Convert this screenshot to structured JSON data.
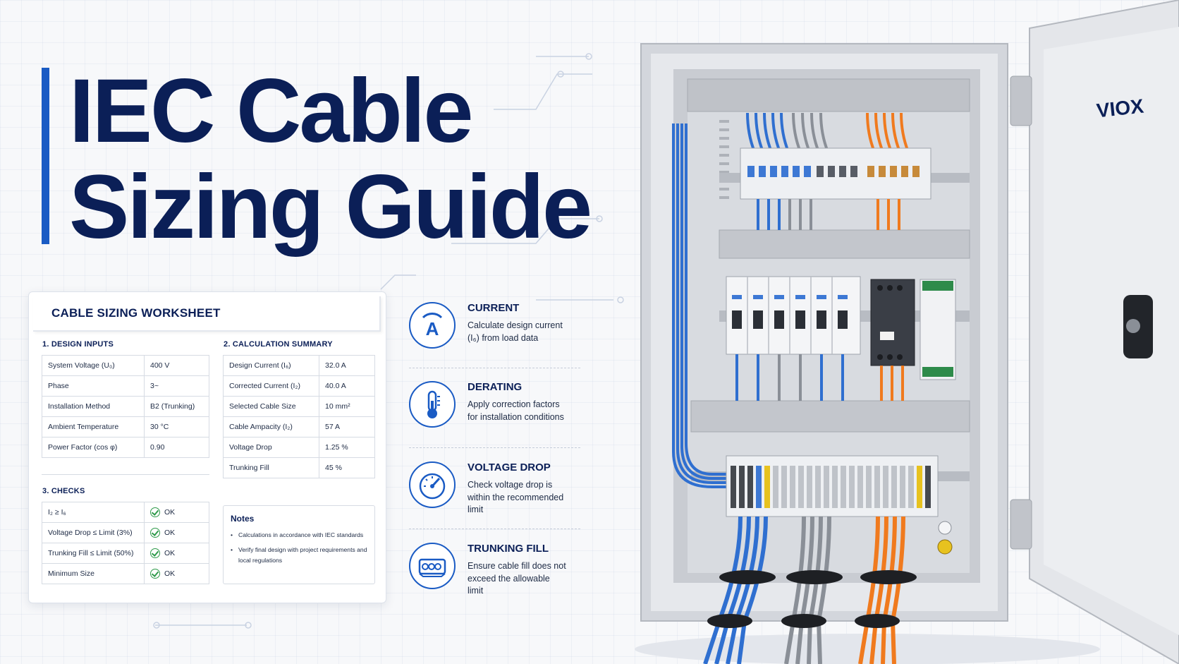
{
  "title": {
    "line1": "IEC Cable",
    "line2": "Sizing Guide"
  },
  "worksheet": {
    "title": "CABLE SIZING WORKSHEET",
    "design_inputs": {
      "heading": "1. DESIGN INPUTS",
      "rows": [
        {
          "label": "System Voltage (U₀)",
          "value": "400 V"
        },
        {
          "label": "Phase",
          "value": "3~"
        },
        {
          "label": "Installation Method",
          "value": "B2 (Trunking)"
        },
        {
          "label": "Ambient Temperature",
          "value": "30 °C"
        },
        {
          "label": "Power Factor (cos φ)",
          "value": "0.90"
        }
      ]
    },
    "calculation_summary": {
      "heading": "2. CALCULATION SUMMARY",
      "rows": [
        {
          "label": "Design Current (I₆)",
          "value": "32.0 A"
        },
        {
          "label": "Corrected Current (I₂)",
          "value": "40.0 A"
        },
        {
          "label": "Selected Cable Size",
          "value": "10 mm²"
        },
        {
          "label": "Cable Ampacity (I₂)",
          "value": "57 A"
        },
        {
          "label": "Voltage Drop",
          "value": "1.25 %"
        },
        {
          "label": "Trunking Fill",
          "value": "45 %"
        }
      ]
    },
    "checks": {
      "heading": "3. CHECKS",
      "rows": [
        {
          "label": "I₂ ≥ I₆",
          "value": "OK"
        },
        {
          "label": "Voltage Drop ≤ Limit (3%)",
          "value": "OK"
        },
        {
          "label": "Trunking Fill ≤ Limit (50%)",
          "value": "OK"
        },
        {
          "label": "Minimum Size",
          "value": "OK"
        }
      ]
    },
    "notes": {
      "title": "Notes",
      "items": [
        "Calculations in accordance with IEC standards",
        "Verify final design with project requirements and local regulations"
      ]
    }
  },
  "steps": [
    {
      "title": "CURRENT",
      "text": "Calculate design current (I₆) from load data",
      "icon": "ampere-icon"
    },
    {
      "title": "DERATING",
      "text": "Apply correction factors for installation conditions",
      "icon": "thermometer-icon"
    },
    {
      "title": "VOLTAGE DROP",
      "text": "Check voltage drop is within the recommended limit",
      "icon": "gauge-icon"
    },
    {
      "title": "TRUNKING FILL",
      "text": "Ensure cable fill does not exceed the allowable limit",
      "icon": "cable-tray-icon"
    }
  ],
  "cabinet": {
    "brand": "VIOX"
  },
  "colors": {
    "navy": "#0b1f57",
    "accent_blue": "#1a5bc4",
    "ok_green": "#2e9a4a",
    "wire_blue": "#2f6fd0",
    "wire_orange": "#f07a1e",
    "wire_grey": "#8a8f97"
  }
}
